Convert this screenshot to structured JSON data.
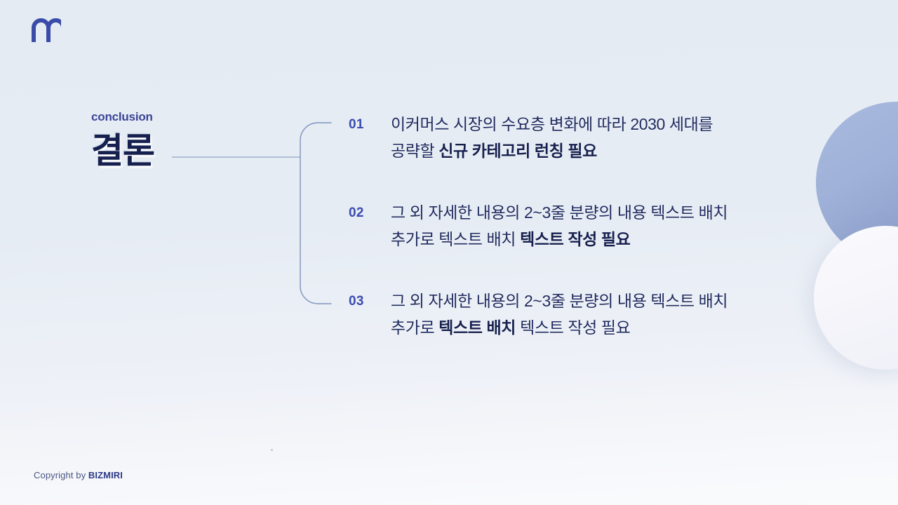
{
  "slide": {
    "background_color": "#e6ecf4",
    "accent_color": "#3b4bae",
    "heading_color": "#16204e"
  },
  "logo": {
    "name": "bizmiri-m-logo",
    "color": "#3a4ba8"
  },
  "heading": {
    "eyebrow": "conclusion",
    "title": "결론"
  },
  "points": [
    {
      "number": "01",
      "line1_prefix": "이커머스 시장의 수요층 변화에 따라 2030 세대를",
      "line2_prefix": "공략할 ",
      "line2_bold": "신규 카테고리 런칭 필요",
      "line2_suffix": ""
    },
    {
      "number": "02",
      "line1_prefix": "그 외 자세한 내용의 2~3줄 분량의 내용 텍스트 배치",
      "line2_prefix": "추가로 텍스트 배치 ",
      "line2_bold": "텍스트 작성 필요",
      "line2_suffix": ""
    },
    {
      "number": "03",
      "line1_prefix": "그 외 자세한 내용의 2~3줄 분량의 내용 텍스트 배치",
      "line2_prefix": "추가로 ",
      "line2_bold": "텍스트 배치",
      "line2_suffix": " 텍스트 작성 필요"
    }
  ],
  "footer": {
    "prefix": "Copyright by ",
    "brand": "BIZMIRI"
  },
  "decor": {
    "circle_blue_color": "#9fb1d8",
    "circle_white_color": "#f4f4fa",
    "connector_line_color": "#8ea2c8"
  }
}
